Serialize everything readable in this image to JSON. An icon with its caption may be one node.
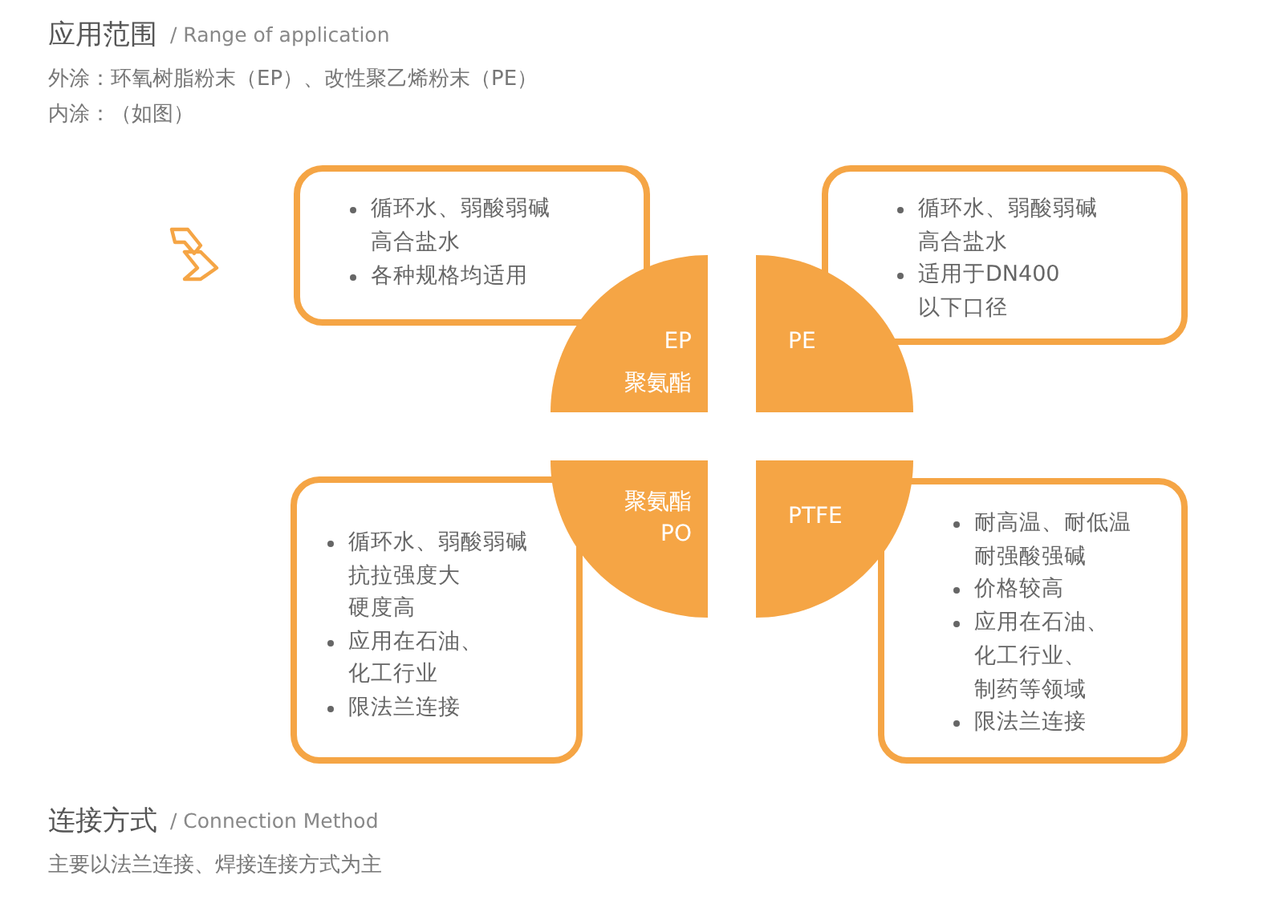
{
  "diagram": {
    "nodes": [
      {
        "text": [
          "循环水、弱酸弱碱",
          "高合盐水",
          "各种规格均适用"
        ]
      },
      {
        "text": [
          "循环水、弱酸弱碱",
          "高合盐水",
          "适用于DN400",
          "以下口径"
        ]
      },
      {
        "text": [
          "EP",
          "聚氨酯"
        ]
      },
      {
        "text": [
          "PE"
        ]
      },
      {
        "text": [
          "聚氨酯",
          "PO"
        ]
      },
      {
        "text": [
          "PTFE"
        ]
      },
      {
        "text": [
          "循环水、弱酸弱碱",
          "抗拉强度大",
          "硬度高",
          "应用在石油、",
          "化工行业",
          "限法兰连接"
        ]
      },
      {
        "text": [
          "耐高温、耐低温",
          "耐强酸强碱",
          "价格较高",
          "应用在石油、",
          "化工行业、",
          "制药等领域",
          "限法兰连接"
        ]
      }
    ],
    "edges": [],
    "labels": [
      "应用范围",
      "/ Range of application",
      "外涂：环氧树脂粉末（EP）、改性聚乙烯粉末（PE）",
      "内涂：（如图）",
      "连接方式",
      "/ Connection Method",
      "主要以法兰连接、焊接连接方式为主"
    ]
  }
}
